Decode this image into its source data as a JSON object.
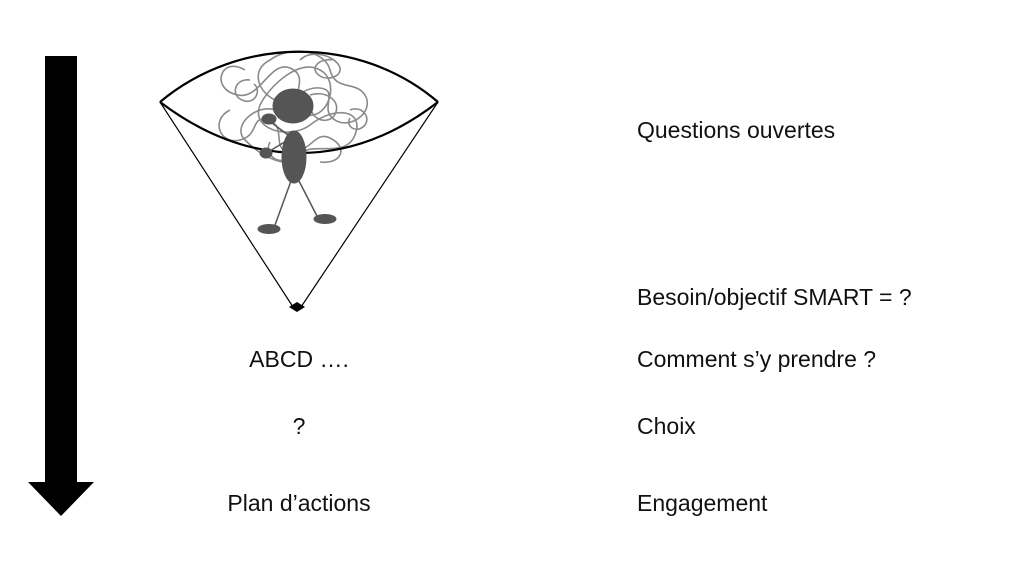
{
  "left_labels": {
    "options": "ABCD ….",
    "question": "?",
    "plan": "Plan d’actions"
  },
  "right_labels": {
    "open_questions": "Questions ouvertes",
    "need_objective": "Besoin/objectif SMART = ?",
    "how": "Comment s’y prendre ?",
    "choice": "Choix",
    "commitment": "Engagement"
  },
  "colors": {
    "text": "#111111",
    "arrow": "#000000",
    "scribble": "#8a8a8a",
    "figure": "#555555"
  },
  "icons": {
    "flow_arrow": "down-arrow-icon",
    "funnel": "funnel-icon",
    "person": "stick-figure-icon",
    "tangled_thoughts": "scribble-cloud-icon"
  }
}
